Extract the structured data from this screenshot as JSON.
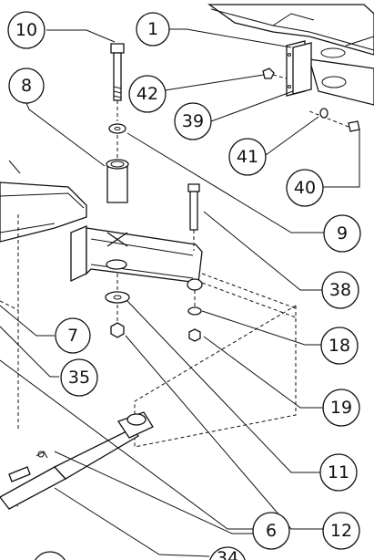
{
  "callouts": {
    "c1": "1",
    "c6": "6",
    "c7": "7",
    "c8": "8",
    "c9": "9",
    "c10": "10",
    "c11": "11",
    "c12": "12",
    "c18": "18",
    "c19": "19",
    "c34": "34",
    "c35": "35",
    "c38": "38",
    "c39": "39",
    "c40": "40",
    "c41": "41",
    "c42": "42"
  }
}
